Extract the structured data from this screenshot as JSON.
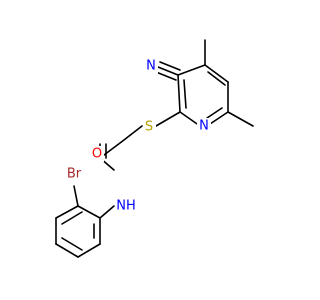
{
  "molecule": {
    "atoms": {
      "n_nitrile": {
        "text": "N",
        "color": "#0000ff"
      },
      "s_thioether": {
        "text": "S",
        "color": "#b8a000"
      },
      "n_pyridine": {
        "text": "N",
        "color": "#0000ff"
      },
      "o_carbonyl": {
        "text": "O",
        "color": "#ff0000"
      },
      "n_amide": {
        "text": "NH",
        "color": "#0000ff"
      },
      "br": {
        "text": "Br",
        "color": "#a52a2a"
      }
    }
  }
}
